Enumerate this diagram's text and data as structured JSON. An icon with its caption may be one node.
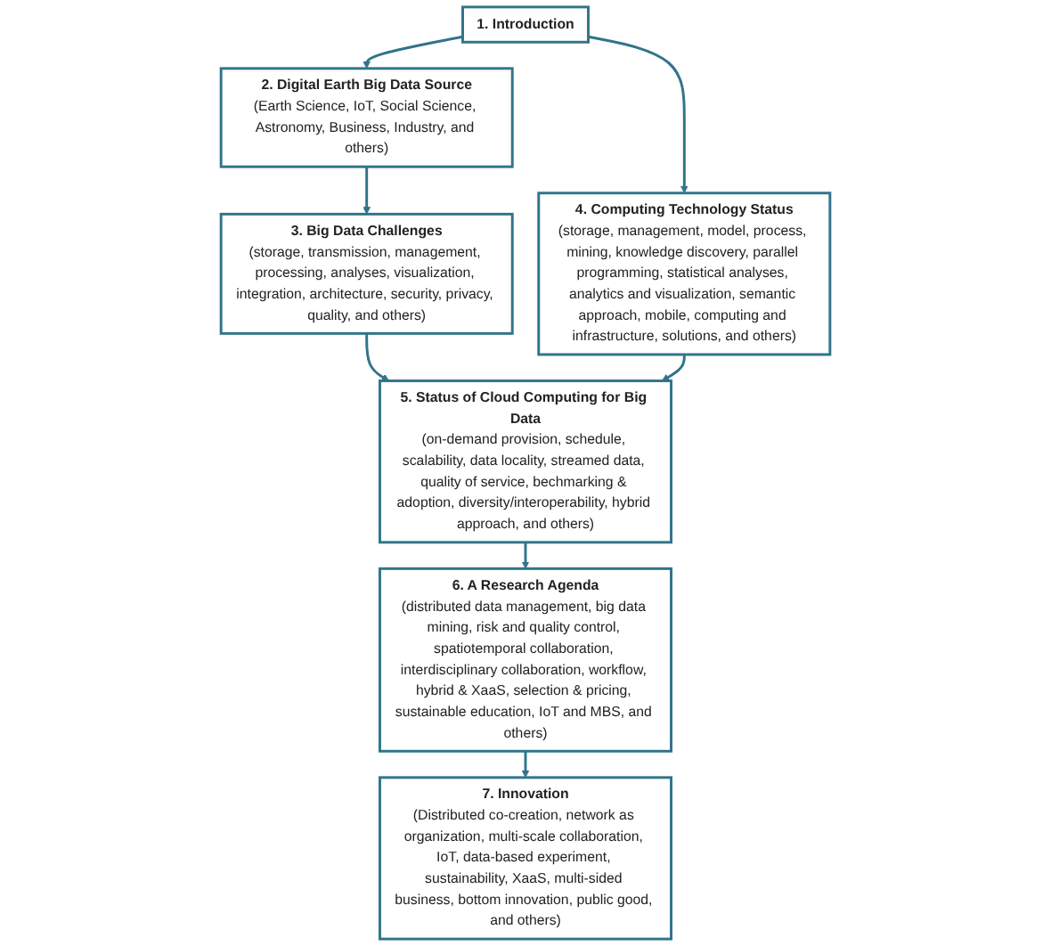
{
  "diagram": {
    "nodes": [
      {
        "text": [
          "1. Introduction"
        ]
      },
      {
        "text": [
          "2. Digital Earth Big Data Source",
          "(Earth Science, IoT, Social Science, Astronomy, Business, Industry, and others)"
        ]
      },
      {
        "text": [
          "3. Big Data Challenges",
          "(storage, transmission, management, processing, analyses, visualization, integration, architecture, security, privacy, quality, and others)"
        ]
      },
      {
        "text": [
          "4. Computing Technology Status",
          "(storage, management, model, process, mining, knowledge discovery, parallel programming, statistical analyses, analytics and visualization, semantic approach, mobile, computing and infrastructure, solutions, and others)"
        ]
      },
      {
        "text": [
          "5. Status of Cloud Computing for Big Data",
          "(on-demand provision, schedule, scalability, data locality, streamed data, quality of service, bechmarking & adoption, diversity/interoperability, hybrid approach, and others)"
        ]
      },
      {
        "text": [
          "6. A Research Agenda",
          "(distributed data management, big data mining, risk and quality control, spatiotemporal collaboration, interdisciplinary collaboration, workflow, hybrid & XaaS, selection & pricing, sustainable education, IoT and MBS, and others)"
        ]
      },
      {
        "text": [
          "7. Innovation",
          "(Distributed co-creation, network as organization, multi-scale collaboration, IoT, data-based experiment, sustainability, XaaS, multi-sided business, bottom innovation, public good, and others)"
        ]
      }
    ],
    "edges": [
      {
        "from": 0,
        "to": 1,
        "arrow": "to"
      },
      {
        "from": 0,
        "to": 3,
        "arrow": "to"
      },
      {
        "from": 1,
        "to": 2,
        "arrow": "to"
      },
      {
        "from": 2,
        "to": 4,
        "arrow": "to"
      },
      {
        "from": 3,
        "to": 4,
        "arrow": "to"
      },
      {
        "from": 4,
        "to": 5,
        "arrow": "to"
      },
      {
        "from": 5,
        "to": 6,
        "arrow": "to"
      }
    ]
  }
}
